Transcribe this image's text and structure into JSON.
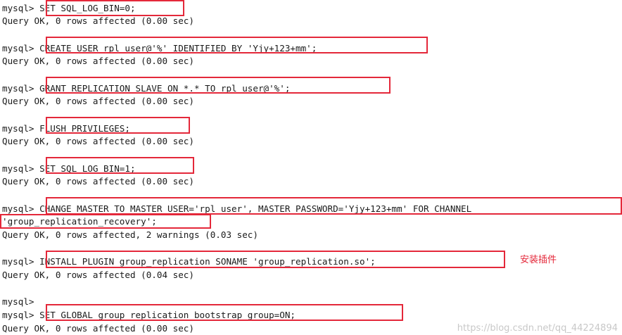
{
  "prompt": "mysql>",
  "lines": {
    "l0": "mysql> SET SQL_LOG_BIN=0;",
    "l1": "Query OK, 0 rows affected (0.00 sec)",
    "l2": "mysql> CREATE USER rpl_user@'%' IDENTIFIED BY 'Yjy+123+mm';",
    "l3": "Query OK, 0 rows affected (0.00 sec)",
    "l4": "mysql> GRANT REPLICATION SLAVE ON *.* TO rpl_user@'%';",
    "l5": "Query OK, 0 rows affected (0.00 sec)",
    "l6": "mysql> FLUSH PRIVILEGES;",
    "l7": "Query OK, 0 rows affected (0.00 sec)",
    "l8": "mysql> SET SQL_LOG_BIN=1;",
    "l9": "Query OK, 0 rows affected (0.00 sec)",
    "l10": "mysql> CHANGE MASTER TO MASTER_USER='rpl_user', MASTER_PASSWORD='Yjy+123+mm' FOR CHANNEL",
    "l11": "'group_replication_recovery';",
    "l12": "Query OK, 0 rows affected, 2 warnings (0.03 sec)",
    "l13": "mysql> INSTALL PLUGIN group_replication SONAME 'group_replication.so';",
    "l14": "Query OK, 0 rows affected (0.04 sec)",
    "l15": "mysql>",
    "l16": "mysql> SET GLOBAL group_replication_bootstrap_group=ON;",
    "l17": "Query OK, 0 rows affected (0.00 sec)"
  },
  "annotation": "安装插件",
  "watermark": "https://blog.csdn.net/qq_44224894",
  "colors": {
    "highlight": "#e4283a",
    "text": "#1a1a1a",
    "background": "#ffffff"
  }
}
